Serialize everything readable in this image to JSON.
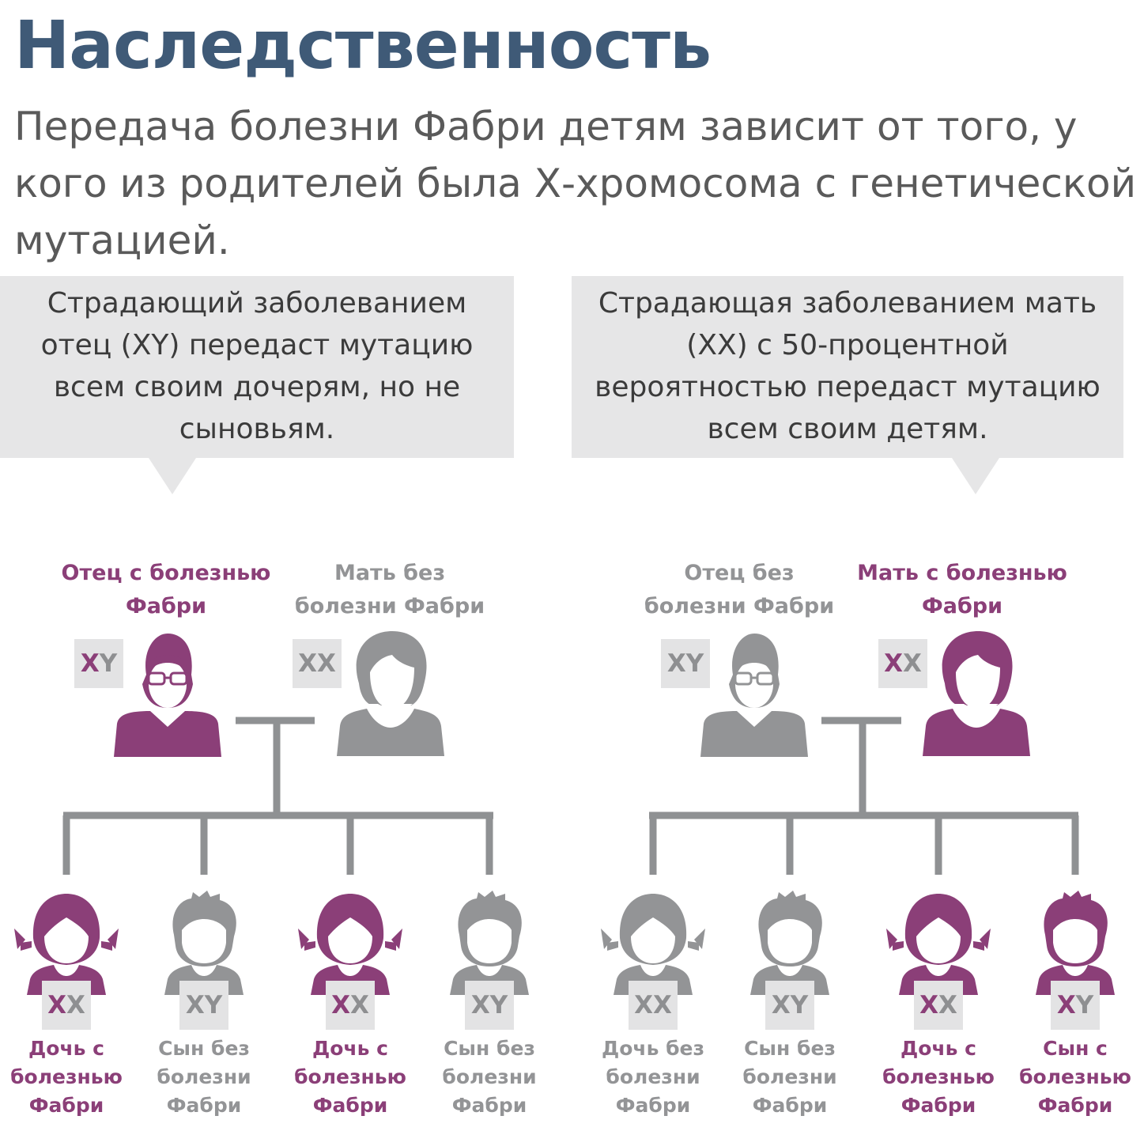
{
  "header": {
    "title": "Наследственность",
    "subtitle": "Передача болезни Фабри детям зависит от того, у кого из родителей была Х-хромосома с генетической мутацией."
  },
  "colors": {
    "affected": "#8b3f78",
    "unaffected": "#939496",
    "title": "#3f5a77",
    "callout_bg": "#e6e6e7",
    "chromosome_box": "#e3e3e4"
  },
  "left_case": {
    "callout": "Страдающий заболеванием отец (XY) передаст мутацию всем своим дочерям, но не сыновьям.",
    "father": {
      "label": "Отец с болезнью Фабри",
      "chromosomes": [
        "X",
        "Y"
      ],
      "affected_chromosome": "X",
      "status": "affected",
      "icon": "man-with-glasses-icon"
    },
    "mother": {
      "label": "Мать без болезни Фабри",
      "chromosomes": [
        "X",
        "X"
      ],
      "affected_chromosome": "",
      "status": "unaffected",
      "icon": "woman-icon"
    },
    "children": [
      {
        "label": "Дочь с болезнью Фабри",
        "chromosomes": [
          "X",
          "X"
        ],
        "affected_chromosome": "X",
        "status": "affected",
        "icon": "girl-icon"
      },
      {
        "label": "Сын без болезни Фабри",
        "chromosomes": [
          "X",
          "Y"
        ],
        "affected_chromosome": "",
        "status": "unaffected",
        "icon": "boy-icon"
      },
      {
        "label": "Дочь с болезнью Фабри",
        "chromosomes": [
          "X",
          "X"
        ],
        "affected_chromosome": "X",
        "status": "affected",
        "icon": "girl-icon"
      },
      {
        "label": "Сын без болезни Фабри",
        "chromosomes": [
          "X",
          "Y"
        ],
        "affected_chromosome": "",
        "status": "unaffected",
        "icon": "boy-icon"
      }
    ]
  },
  "right_case": {
    "callout": "Страдающая заболеванием мать (ХХ) с 50-процентной вероятностью передаст мутацию всем своим детям.",
    "father": {
      "label": "Отец без болезни Фабри",
      "chromosomes": [
        "X",
        "Y"
      ],
      "affected_chromosome": "",
      "status": "unaffected",
      "icon": "man-with-glasses-icon"
    },
    "mother": {
      "label": "Мать с болезнью Фабри",
      "chromosomes": [
        "X",
        "X"
      ],
      "affected_chromosome": "X",
      "status": "affected",
      "icon": "woman-icon"
    },
    "children": [
      {
        "label": "Дочь без болезни Фабри",
        "chromosomes": [
          "X",
          "X"
        ],
        "affected_chromosome": "",
        "status": "unaffected",
        "icon": "girl-icon"
      },
      {
        "label": "Сын без болезни Фабри",
        "chromosomes": [
          "X",
          "Y"
        ],
        "affected_chromosome": "",
        "status": "unaffected",
        "icon": "boy-icon"
      },
      {
        "label": "Дочь с болезнью Фабри",
        "chromosomes": [
          "X",
          "X"
        ],
        "affected_chromosome": "X",
        "status": "affected",
        "icon": "girl-icon"
      },
      {
        "label": "Сын с болезнью Фабри",
        "chromosomes": [
          "X",
          "Y"
        ],
        "affected_chromosome": "X",
        "status": "affected",
        "icon": "boy-icon"
      }
    ]
  }
}
